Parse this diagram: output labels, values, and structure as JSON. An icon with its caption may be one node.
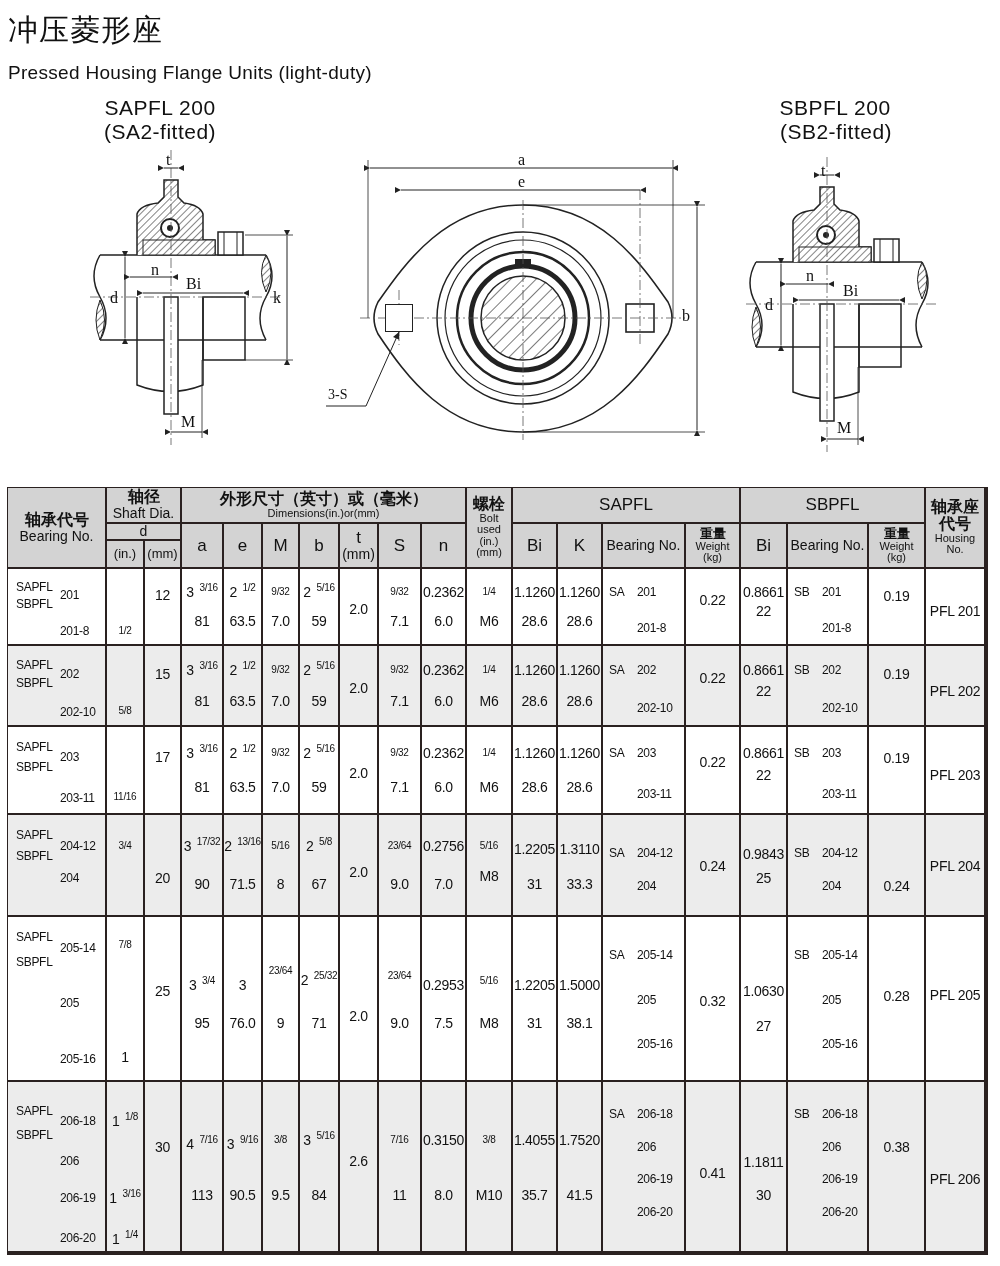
{
  "diagram": {
    "title": "冲压菱形座",
    "nodes": [
      {
        "text": [
          "3-S"
        ]
      },
      {
        "text": [],
        "shape": "box"
      }
    ],
    "edges": [
      {
        "from": 0,
        "to": 1,
        "arrow": "to"
      }
    ],
    "labels": [
      "Pressed Housing Flange Units (light-duty)",
      "SAPFL 200",
      "(SA2-fitted)",
      "t",
      "n",
      "Bi",
      "d",
      "k",
      "M",
      "a",
      "e",
      "b",
      "SBPFL 200",
      "(SB2-fitted)",
      "t",
      "n",
      "Bi",
      "d",
      "M",
      "轴承代号",
      "Bearing No.",
      "轴径",
      "Shaft Dia.",
      "d",
      "(in.)",
      "(mm)",
      "外形尺寸（英寸）或（毫米）",
      "Dimensions(in.)or(mm)",
      "a",
      "e",
      "M",
      "b",
      "t",
      "(mm)",
      "S",
      "n",
      "螺栓",
      "Bolt used (in.) (mm)",
      "SAPFL",
      "SBPFL",
      "轴承座代号",
      "Housing No.",
      "Bi",
      "K",
      "Bearing No.",
      "重量",
      "Weight (kg)",
      "Bi",
      "Bearing No.",
      "重量",
      "Weight (kg)",
      "SAPFL",
      "201",
      "SBPFL",
      "201-8",
      "1/2",
      "12",
      "3 $^{3/16}$",
      "81",
      "2 $^{1/2}$",
      "63.5",
      "9/32",
      "7.0",
      "2 $^{5/16}$",
      "59",
      "2.0",
      "9/32",
      "7.1",
      "0.2362",
      "6.0",
      "1/4",
      "M6",
      "1.1260",
      "28.6",
      "1.1260",
      "28.6",
      "SA",
      "201",
      "201-8",
      "0.22",
      "0.8661",
      "22",
      "SB",
      "201",
      "201-8",
      "0.19",
      "PFL 201",
      "SAPFL",
      "202",
      "SBPFL",
      "202-10",
      "5/8",
      "15",
      "3 $^{3/16}$",
      "81",
      "2 $^{1/2}$",
      "63.5",
      "9/32",
      "7.0",
      "2 $^{5/16}$",
      "59",
      "2.0",
      "9/32",
      "7.1",
      "0.2362",
      "6.0",
      "1/4",
      "M6",
      "1.1260",
      "28.6",
      "1.1260",
      "28.6",
      "SA",
      "202",
      "202-10",
      "0.22",
      "0.8661",
      "22",
      "SB",
      "202",
      "202-10",
      "0.19",
      "PFL 202",
      "SAPFL",
      "203",
      "SBPFL",
      "203-11",
      "11/16",
      "17",
      "3 $^{3/16}$",
      "81",
      "2 $^{1/2}$",
      "63.5",
      "9/32",
      "7.0",
      "2 $^{5/16}$",
      "59",
      "2.0",
      "9/32",
      "7.1",
      "0.2362",
      "6.0",
      "1/4",
      "M6",
      "1.1260",
      "28.6",
      "1.1260",
      "28.6",
      "SA",
      "203",
      "203-11",
      "0.22",
      "0.8661",
      "22",
      "SB",
      "203",
      "203-11",
      "0.19",
      "PFL 203",
      "SAPFL",
      "204-12",
      "SBPFL",
      "204",
      "3/4",
      "20",
      "3 $^{17/32}$",
      "90",
      "2 $^{13/16}$",
      "71.5",
      "5/16",
      "8",
      "2 $^{5/8}$",
      "67",
      "2.0",
      "23/64",
      "9.0",
      "0.2756",
      "7.0",
      "5/16",
      "M8",
      "1.2205",
      "31",
      "1.3110",
      "33.3",
      "SA",
      "204-12",
      "204",
      "0.24",
      "0.9843",
      "25",
      "SB",
      "204-12",
      "204",
      "0.24",
      "PFL 204",
      "SAPFL",
      "205-14",
      "SBPFL",
      "205",
      "205-16",
      "7/8",
      "1",
      "25",
      "3 $^{3/4}$",
      "95",
      "3",
      "76.0",
      "23/64",
      "9",
      "2 $^{25/32}$",
      "71",
      "2.0",
      "23/64",
      "9.0",
      "0.2953",
      "7.5",
      "5/16",
      "M8",
      "1.2205",
      "31",
      "1.5000",
      "38.1",
      "SA",
      "205-14",
      "205",
      "205-16",
      "0.32",
      "1.0630",
      "27",
      "SB",
      "205-14",
      "205",
      "205-16",
      "0.28",
      "PFL 205",
      "SAPFL",
      "206-18",
      "SBPFL",
      "206",
      "206-19",
      "206-20",
      "1 $^{1/8}$",
      "1 $^{3/16}$",
      "1 $^{1/4}$",
      "30",
      "4 $^{7/16}$",
      "113",
      "3 $^{9/16}$",
      "90.5",
      "3/8",
      "9.5",
      "3 $^{5/16}$",
      "84",
      "2.6",
      "7/16",
      "11",
      "0.3150",
      "8.0",
      "3/8",
      "M10",
      "1.4055",
      "35.7",
      "1.7520",
      "41.5",
      "SA",
      "206-18",
      "206",
      "206-19",
      "206-20",
      "0.41",
      "1.1811",
      "30",
      "SB",
      "206-18",
      "206",
      "206-19",
      "206-20",
      "0.38",
      "PFL 206"
    ]
  }
}
